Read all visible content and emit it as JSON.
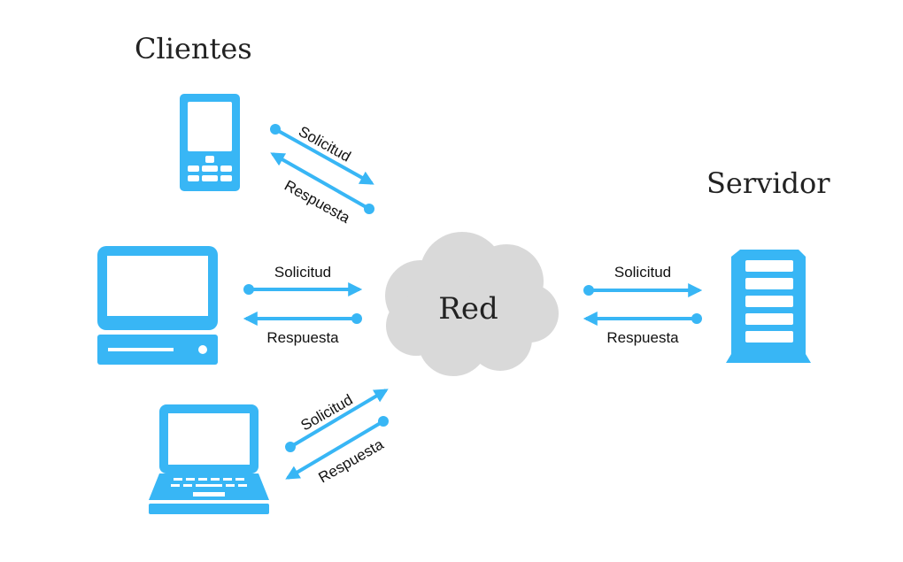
{
  "titles": {
    "clients": "Clientes",
    "server": "Servidor"
  },
  "network": {
    "label": "Red"
  },
  "connections": {
    "phone": {
      "request": "Solicitud",
      "response": "Respuesta"
    },
    "desktop": {
      "request": "Solicitud",
      "response": "Respuesta"
    },
    "laptop": {
      "request": "Solicitud",
      "response": "Respuesta"
    },
    "server": {
      "request": "Solicitud",
      "response": "Respuesta"
    }
  },
  "colors": {
    "accent": "#38b6f5",
    "cloud": "#d9d9d9",
    "text": "#222222"
  },
  "icons": {
    "phone": "mobile-phone-icon",
    "desktop": "desktop-computer-icon",
    "laptop": "laptop-icon",
    "server": "server-icon",
    "cloud": "cloud-icon"
  }
}
